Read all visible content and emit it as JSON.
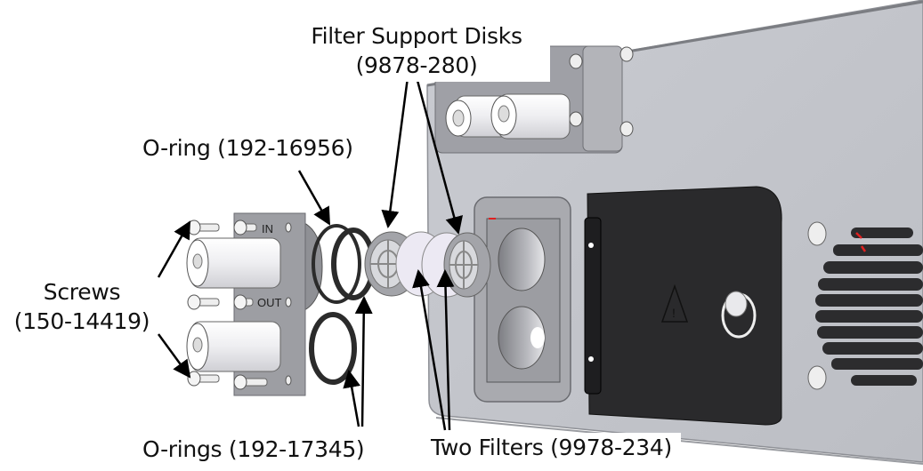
{
  "figure": {
    "colors": {
      "panel": "#c3c5cb",
      "panel_edge": "#8e9096",
      "dark": "#2a2a2c",
      "oring": "#2b2b2b",
      "fitting": "#f1f1f3",
      "plate": "#9d9ea3",
      "filter": "#ece9f3",
      "accent_red": "#e02020"
    },
    "part_labels": {
      "in": "IN",
      "out": "OUT"
    },
    "callouts": {
      "filter_support_disks": {
        "name": "Filter Support Disks",
        "part": "(9878-280)"
      },
      "oring_single": {
        "text": "O-ring (192-16956)"
      },
      "screws": {
        "name": "Screws",
        "part": "(150-14419)"
      },
      "orings_pair": {
        "text": "O-rings (192-17345)"
      },
      "two_filters": {
        "text": "Two Filters (9978-234)"
      }
    }
  }
}
